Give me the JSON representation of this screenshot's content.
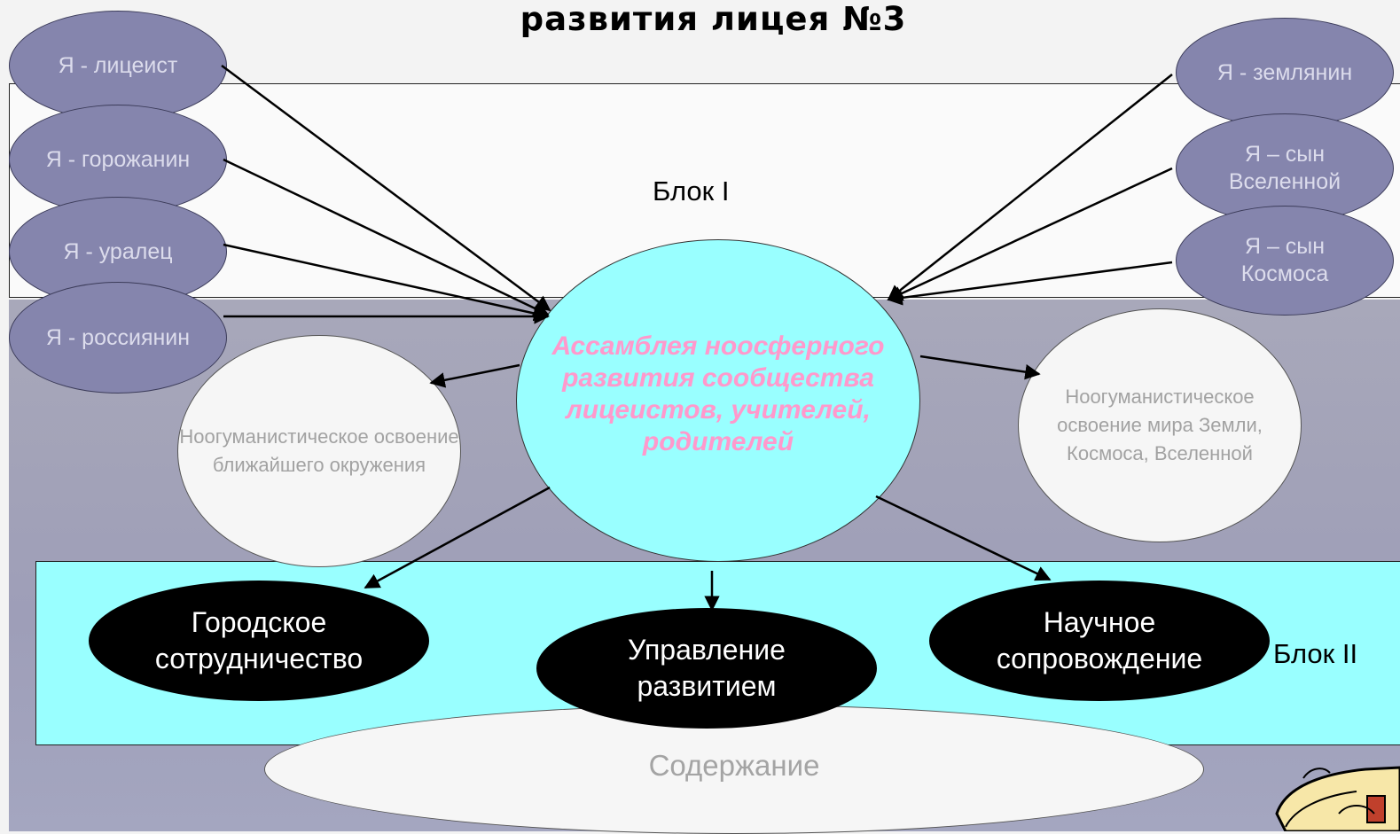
{
  "title": "развития лицея №3",
  "block_labels": {
    "block1": "Блок I",
    "block2": "Блок II"
  },
  "self_nodes_left": [
    "Я - лицеист",
    "Я  - горожанин",
    "Я - уралец",
    "Я - россиянин"
  ],
  "self_nodes_right": [
    "Я - землянин",
    "Я – сын Вселенной",
    "Я – сын Космоса"
  ],
  "center": "Ассамблея ноосферного развития сообщества лицеистов, учителей, родителей",
  "side_nodes": {
    "left": "Ноогуманистическое освоение ближайшего окружения",
    "right": "Ноогуманистическое освоение мира Земли, Космоса, Вселенной"
  },
  "block2_nodes": {
    "left": "Городское сотрудничество",
    "center": "Управление развитием",
    "right": "Научное сопровождение"
  },
  "content_node": "Содержание",
  "colors": {
    "self_fill": "#8585ad",
    "center_fill": "#99ffff",
    "block2_fill": "#99ffff",
    "center_text": "#ff99cc",
    "black_fill": "#000000"
  }
}
